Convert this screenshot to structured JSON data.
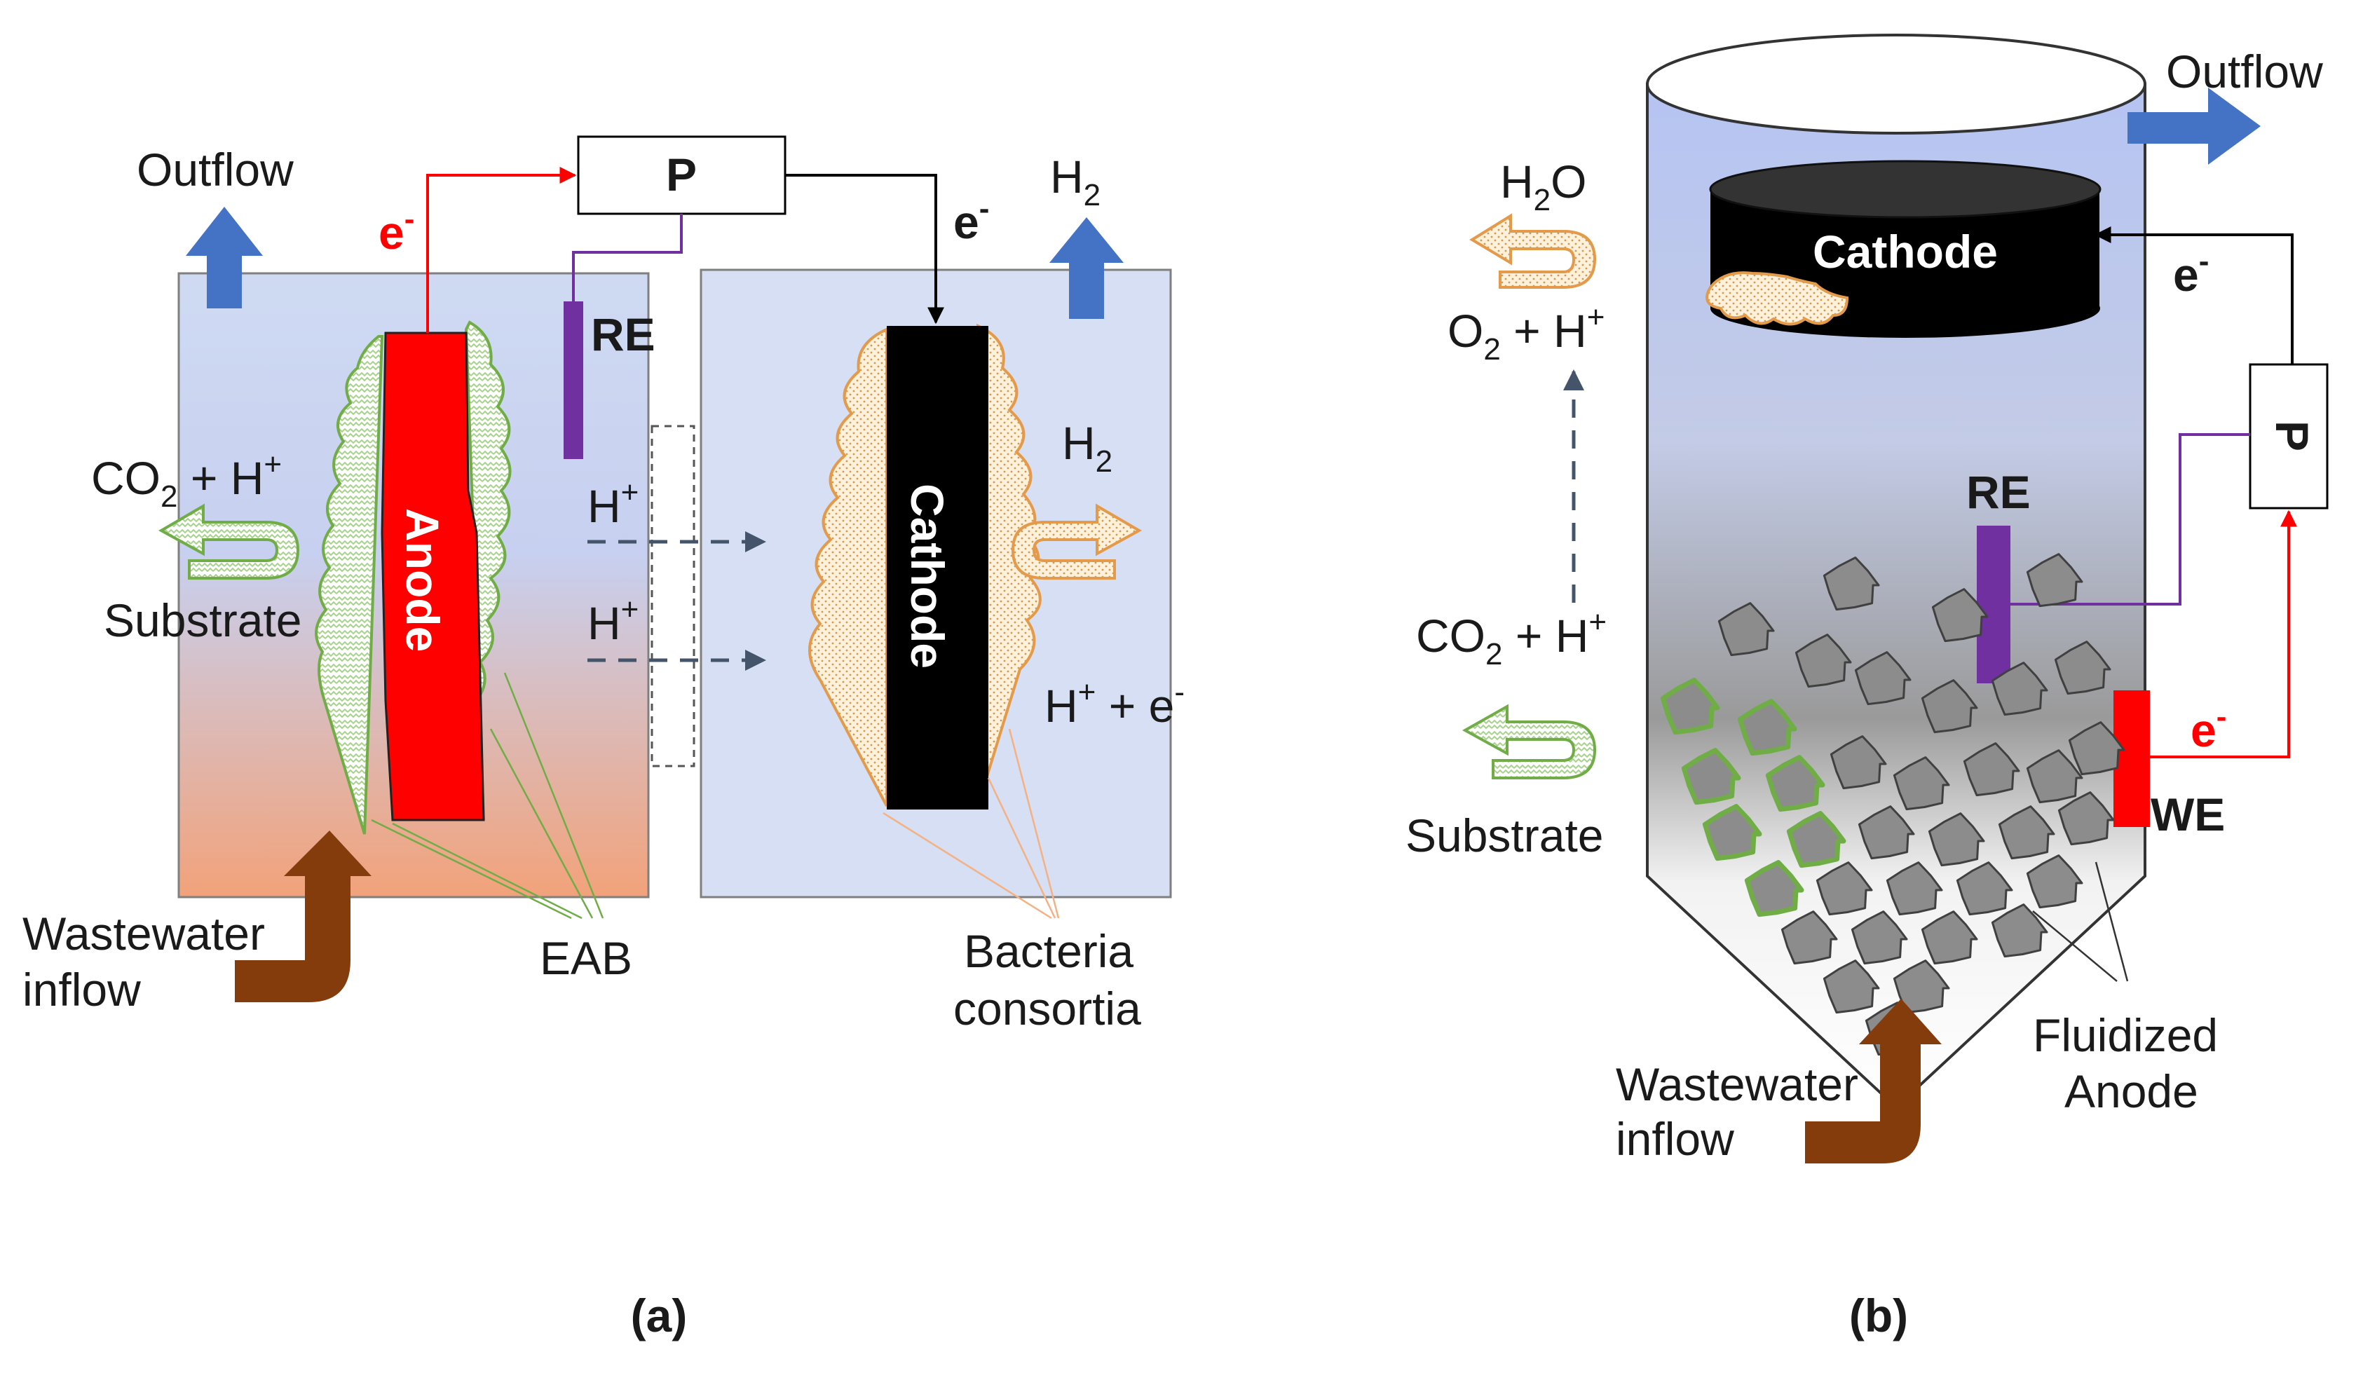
{
  "panel_a": {
    "outflow": "Outflow",
    "h2_top": "H",
    "h2_top_sub": "2",
    "p_box": "P",
    "e_anode": "e",
    "e_anode_sup": "-",
    "e_cathode": "e",
    "e_cathode_sup": "-",
    "re": "RE",
    "anode": "Anode",
    "cathode": "Cathode",
    "co2_a": "CO",
    "co2_a_sub": "2",
    "co2_a_rest": " + H",
    "co2_a_sup": "+",
    "substrate": "Substrate",
    "h_plus_1": "H",
    "h_plus_1_sup": "+",
    "h_plus_2": "H",
    "h_plus_2_sup": "+",
    "h2_mid": "H",
    "h2_mid_sub": "2",
    "h_e": "H",
    "h_e_sup1": "+",
    "h_e_rest": " + e",
    "h_e_sup2": "-",
    "wastewater": "Wastewater",
    "inflow": "inflow",
    "eab": "EAB",
    "bacteria": "Bacteria",
    "consortia": "consortia",
    "caption": "(a)"
  },
  "panel_b": {
    "outflow": "Outflow",
    "h2o": "H",
    "h2o_sub": "2",
    "h2o_rest": "O",
    "o2": "O",
    "o2_sub": "2",
    "o2_rest": " + H",
    "o2_sup": "+",
    "cathode": "Cathode",
    "e_top": "e",
    "e_top_sup": "-",
    "p_box": "P",
    "re": "RE",
    "co2": "CO",
    "co2_sub": "2",
    "co2_rest": " + H",
    "co2_sup": "+",
    "substrate": "Substrate",
    "e_we": "e",
    "e_we_sup": "-",
    "we": "WE",
    "wastewater": "Wastewater",
    "inflow": "inflow",
    "fluidized": "Fluidized",
    "anode": "Anode",
    "caption": "(b)"
  },
  "colors": {
    "anode_red": "#ff0000",
    "re_purple": "#7030a0",
    "outflow_blue": "#4472c4",
    "inflow_brown": "#843c0c",
    "eab_green": "#70ad47",
    "consortia_orange": "#f4b183",
    "granule_gray": "#7f7f7f"
  }
}
